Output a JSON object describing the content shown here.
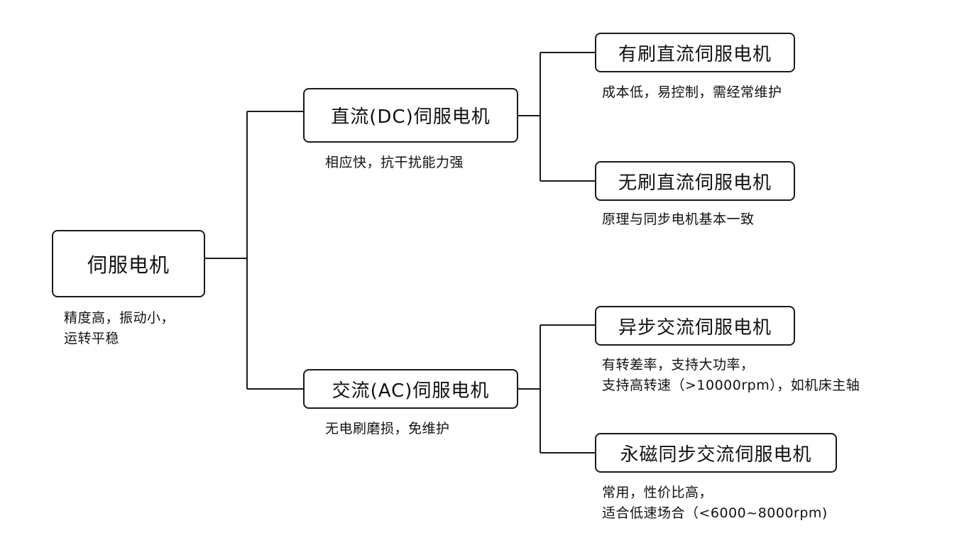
{
  "root": {
    "label": "伺服电机",
    "notes": [
      "精度高，振动小，",
      "运转平稳"
    ]
  },
  "dc": {
    "label": "直流(DC)伺服电机",
    "note": "相应快，抗干扰能力强",
    "children": [
      {
        "label": "有刷直流伺服电机",
        "notes": [
          "成本低，易控制，需经常维护"
        ]
      },
      {
        "label": "无刷直流伺服电机",
        "notes": [
          "原理与同步电机基本一致"
        ]
      }
    ]
  },
  "ac": {
    "label": "交流(AC)伺服电机",
    "note": "无电刷磨损，免维护",
    "children": [
      {
        "label": "异步交流伺服电机",
        "notes": [
          "有转差率，支持大功率，",
          "支持高转速（>10000rpm），如机床主轴"
        ]
      },
      {
        "label": "永磁同步交流伺服电机",
        "notes": [
          "常用，性价比高，",
          "适合低速场合（<6000~8000rpm)"
        ]
      }
    ]
  }
}
